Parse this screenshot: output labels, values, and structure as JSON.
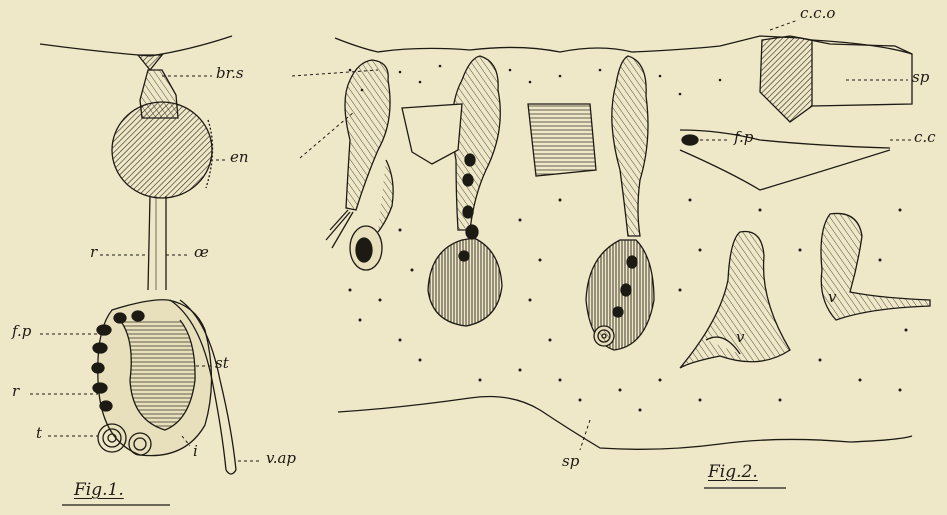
{
  "colors": {
    "paper": "#efe8c8",
    "ink": "#1d1a14"
  },
  "figure1": {
    "caption": "Fig.1.",
    "labels": {
      "brs": "br.s",
      "en": "en",
      "r_upper": "r",
      "oe": "œ",
      "fp": "f.p",
      "st": "st",
      "r_lower": "r",
      "t": "t",
      "i": "i",
      "vap": "v.ap"
    }
  },
  "figure2": {
    "caption": "Fig.2.",
    "labels": {
      "cco": "c.c.o",
      "sp_right": "sp",
      "fp": "f.p",
      "cc": "c.c",
      "v1": "v",
      "v2": "v",
      "sp_bottom": "sp"
    }
  }
}
